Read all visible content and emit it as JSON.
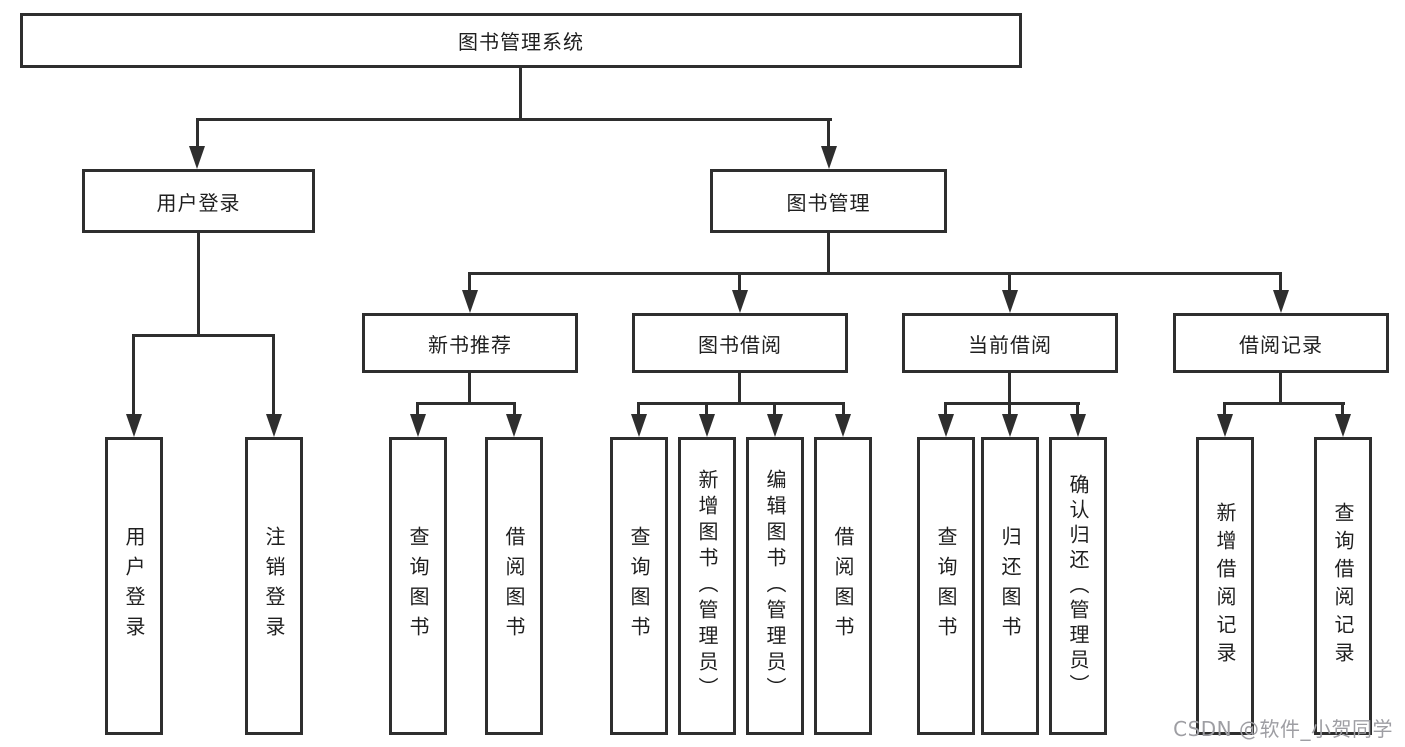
{
  "nodes": {
    "root": "图书管理系统",
    "user_login": "用户登录",
    "book_mgmt": "图书管理",
    "new_book_rec": "新书推荐",
    "book_borrow": "图书借阅",
    "current_borrow": "当前借阅",
    "borrow_record": "借阅记录",
    "leaf_user_login": "用户登录",
    "leaf_logout": "注销登录",
    "leaf_query_book_a": "查询图书",
    "leaf_borrow_book_a": "借阅图书",
    "leaf_query_book_b": "查询图书",
    "leaf_add_book_admin": "新增图书（管理员）",
    "leaf_edit_book_admin": "编辑图书（管理员）",
    "leaf_borrow_book_b": "借阅图书",
    "leaf_query_book_c": "查询图书",
    "leaf_return_book": "归还图书",
    "leaf_confirm_return_admin": "确认归还（管理员）",
    "leaf_add_borrow_record": "新增借阅记录",
    "leaf_query_borrow_record": "查询借阅记录"
  },
  "colors": {
    "line": "#2e2e2e",
    "text": "#1f1f1f",
    "watermark": "#9e9ea3"
  },
  "watermark": "CSDN @软件_小贺同学"
}
